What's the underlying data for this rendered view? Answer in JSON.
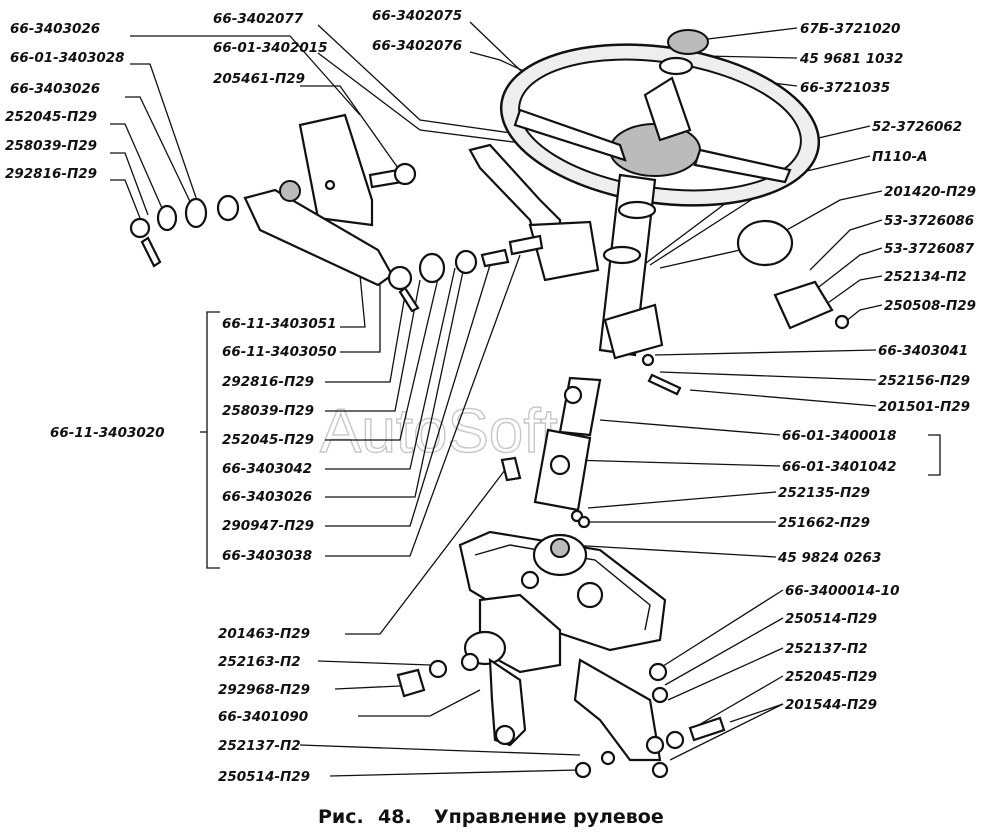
{
  "caption": {
    "prefix": "Рис.",
    "number": "48.",
    "title": "Управление рулевое"
  },
  "watermark": "AutoSoft",
  "labels": [
    "66-3403026",
    "66-01-3403028",
    "66-3403026",
    "252045-П29",
    "258039-П29",
    "292816-П29",
    "66-3402077",
    "66-01-3402015",
    "205461-П29",
    "66-3402075",
    "66-3402076",
    "67Б-3721020",
    "45 9681 1032",
    "66-3721035",
    "52-3726062",
    "П110-А",
    "201420-П29",
    "53-3726086",
    "53-3726087",
    "252134-П2",
    "250508-П29",
    "66-3403041",
    "252156-П29",
    "201501-П29",
    "66-01-3400018",
    "66-01-3401042",
    "66-11-3403051",
    "66-11-3403050",
    "292816-П29",
    "258039-П29",
    "252045-П29",
    "66-3403042",
    "66-3403026",
    "290947-П29",
    "66-3403038",
    "66-11-3403020",
    "252135-П29",
    "251662-П29",
    "45 9824 0263",
    "66-3400014-10",
    "250514-П29",
    "252137-П2",
    "252045-П29",
    "201544-П29",
    "201463-П29",
    "252163-П2",
    "292968-П29",
    "66-3401090",
    "252137-П2",
    "250514-П29"
  ]
}
